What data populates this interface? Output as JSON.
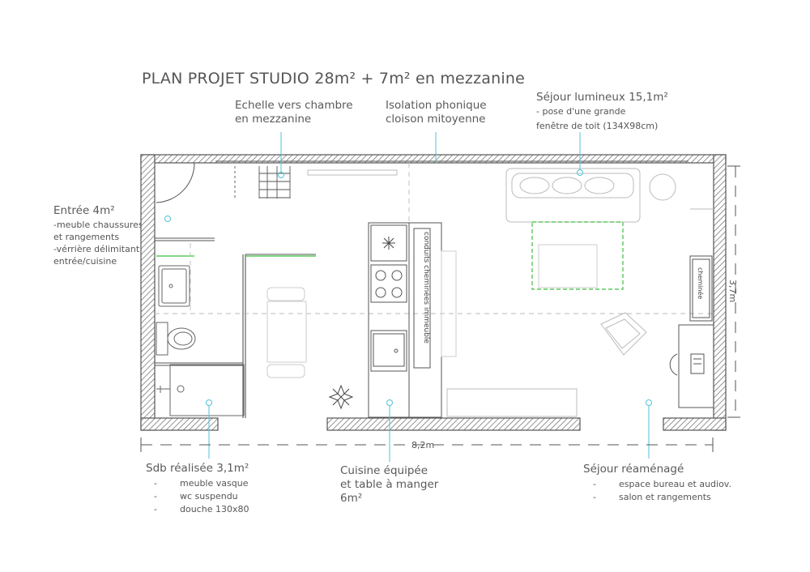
{
  "title": "PLAN PROJET  STUDIO  28m² + 7m² en mezzanine",
  "labels": {
    "echelle": {
      "line1": "Echelle vers chambre",
      "line2": "en mezzanine"
    },
    "isolation": {
      "line1": "Isolation phonique",
      "line2": "cloison mitoyenne"
    },
    "sejour_lumineux": {
      "title": "Séjour lumineux  15,1m²",
      "line1": "- pose d'une grande",
      "line2": "fenêtre de toit  (134X98cm)"
    },
    "entree": {
      "title": "Entrée 4m²",
      "line1": "-meuble chaussures",
      "line2": "et rangements",
      "line3": "-vérrière délimitant",
      "line4": "entrée/cuisine"
    },
    "sdb": {
      "title": "Sdb réalisée 3,1m²",
      "items": [
        "meuble vasque",
        "wc suspendu",
        "douche  130x80"
      ],
      "dash": "-"
    },
    "cuisine": {
      "line1": "Cuisine équipée",
      "line2": "et table à manger",
      "line3": "6m²"
    },
    "sejour_reamenage": {
      "title": "Séjour réaménagé",
      "items": [
        "espace bureau et audiov.",
        "salon et rangements"
      ],
      "dash": "-"
    }
  },
  "plan": {
    "conduits": "conduits cheminées immeuble",
    "cheminee": "cheminée",
    "width_dim": "8,2m",
    "height_dim": "3,7m"
  },
  "colors": {
    "wall": "#555555",
    "annotation": "#4fc3d9",
    "green": "#3fbf3f"
  }
}
